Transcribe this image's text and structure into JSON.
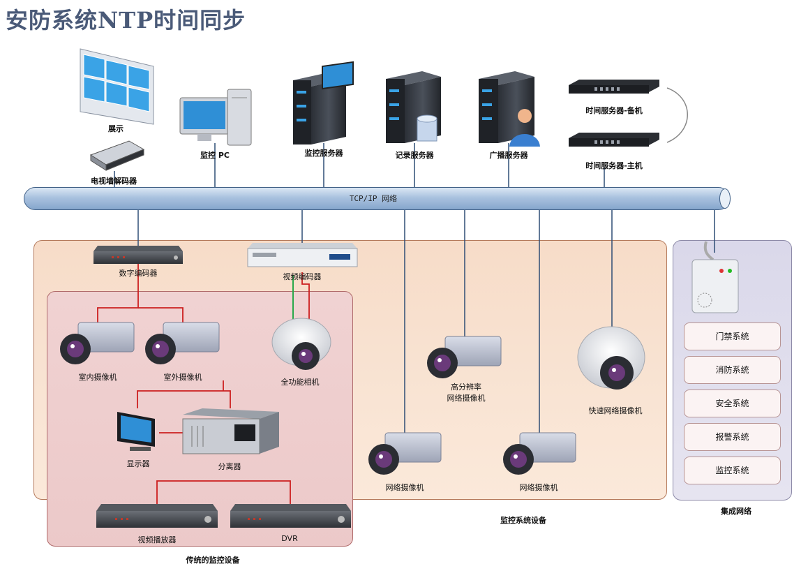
{
  "title": "安防系统NTP时间同步",
  "network": {
    "label": "TCP/IP 网络"
  },
  "top_devices": {
    "display": "展示",
    "tv_wall_decoder": "电视墙解码器",
    "monitor_pc": "监控 PC",
    "monitor_server": "监控服务器",
    "record_server": "记录服务器",
    "broadcast_server": "广播服务器",
    "time_server_backup": "时间服务器-备机",
    "time_server_main": "时间服务器-主机"
  },
  "monitoring_zone": {
    "caption": "监控系统设备",
    "digital_encoder": "数字编码器",
    "video_encoder": "视频编码器",
    "hd_camera_line1": "高分辨率",
    "hd_camera_line2": "网络摄像机",
    "speed_dome": "快速网络摄像机",
    "network_camera_1": "网络摄像机",
    "network_camera_2": "网络摄像机"
  },
  "traditional_zone": {
    "caption": "传统的监控设备",
    "indoor_camera": "室内摄像机",
    "outdoor_camera": "室外摄像机",
    "dome_camera": "全功能相机",
    "display_monitor": "显示器",
    "splitter": "分离器",
    "video_player": "视频播放器",
    "dvr": "DVR"
  },
  "integrated_zone": {
    "caption": "集成网络",
    "systems": [
      "门禁系统",
      "消防系统",
      "安全系统",
      "报警系统",
      "监控系统"
    ]
  },
  "colors": {
    "pipe": "#9db8d8",
    "link": "#2e4d75",
    "analog_link": "#cc1f1f",
    "green_link": "#2aa84a"
  }
}
